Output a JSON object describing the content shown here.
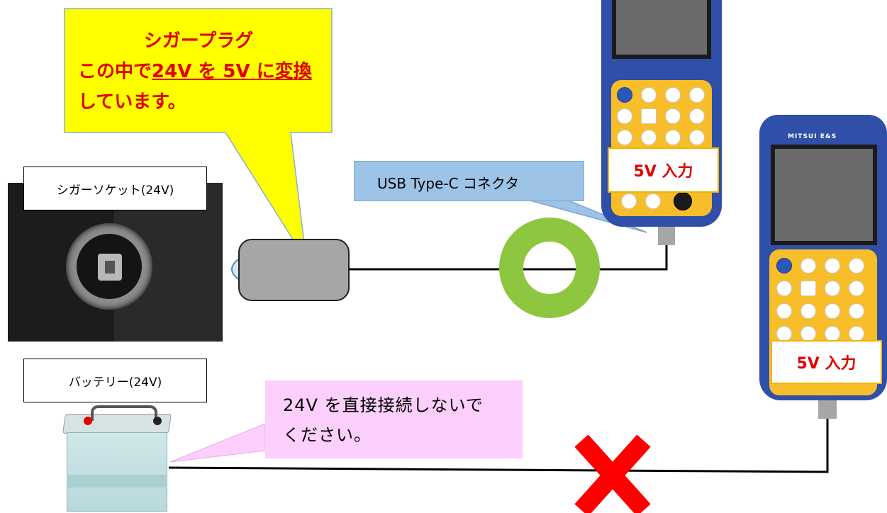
{
  "cigar_plug": {
    "title": "シガープラグ",
    "line2_prefix": "この中で",
    "line2_emphasis": "24V を 5V に変換",
    "line3": "しています。"
  },
  "cigar_socket": {
    "label": "シガーソケット(24V)"
  },
  "battery": {
    "label": "バッテリー(24V)"
  },
  "usb_connector": {
    "label": "USB Type-C コネクタ"
  },
  "device_top": {
    "input_label": "5V 入力"
  },
  "device_right": {
    "input_label": "5V 入力",
    "brand": "MITSUI E&S"
  },
  "warning": {
    "line1": "24V を直接接続しないで",
    "line2": "ください。"
  },
  "colors": {
    "plug_callout_fill": "#ffff00",
    "warning_callout_fill": "#fccffc",
    "usb_callout_fill": "#9dc3e6",
    "ring": "#8dc63f",
    "cross": "#ff0000",
    "text_red": "#e00000",
    "device_body": "#2f4fa8",
    "device_keypad": "#f7be2a"
  }
}
